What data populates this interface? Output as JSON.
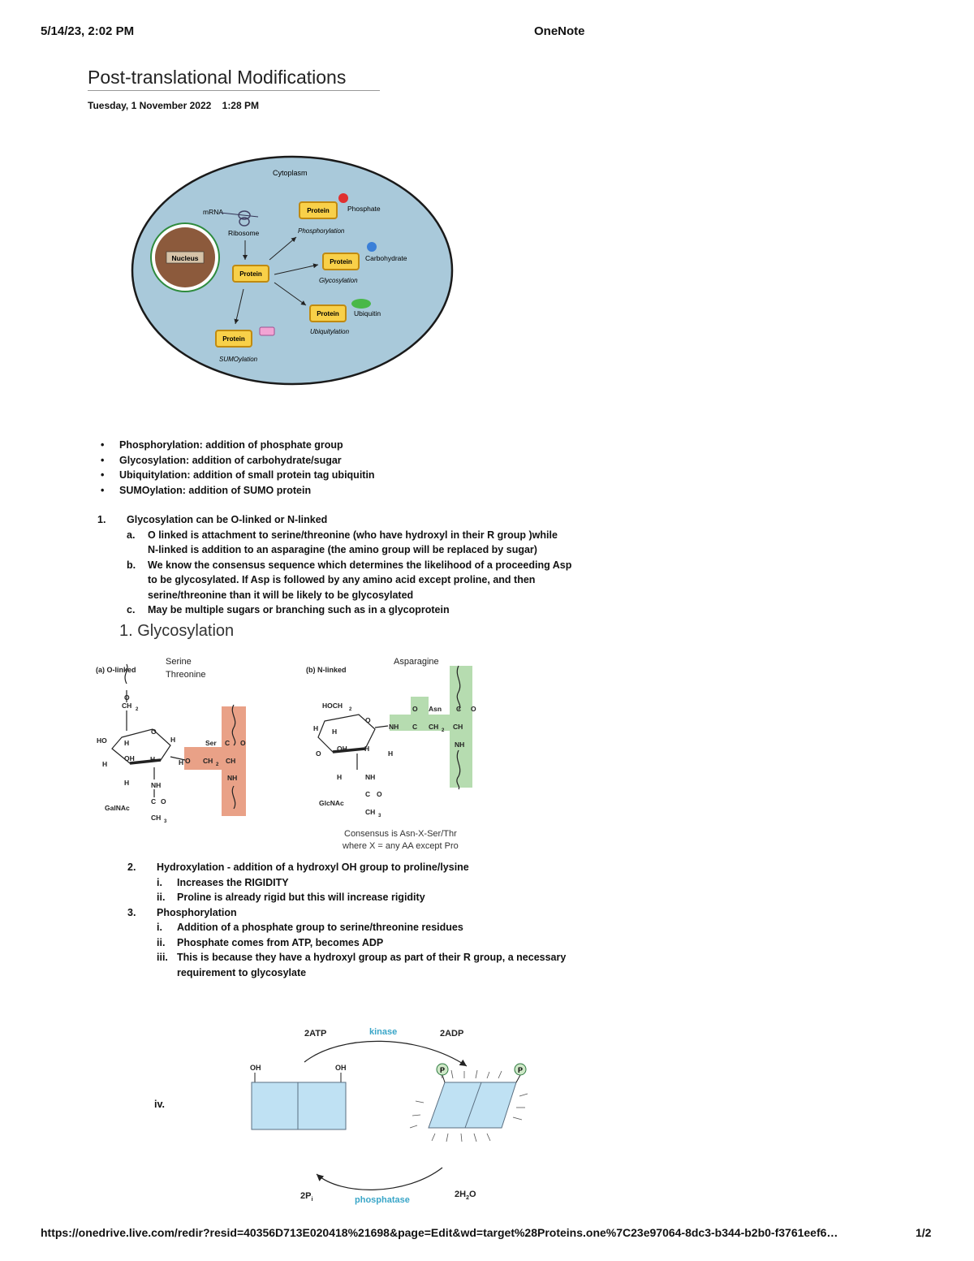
{
  "header": {
    "datetime": "5/14/23, 2:02 PM",
    "app": "OneNote"
  },
  "page": {
    "title": "Post-translational Modifications",
    "date": "Tuesday, 1 November 2022",
    "time": "1:28 PM"
  },
  "cell_figure": {
    "cytoplasm": "Cytoplasm",
    "mrna": "mRNA",
    "ribosome": "Ribosome",
    "nucleus": "Nucleus",
    "protein": "Protein",
    "phosphate": "Phosphate",
    "phosphorylation": "Phosphorylation",
    "carbohydrate": "Carbohydrate",
    "glycosylation": "Glycosylation",
    "ubiquitin": "Ubiquitin",
    "ubiquitylation": "Ubiquitylation",
    "sumoylation": "SUMOylation"
  },
  "bullets": [
    "Phosphorylation: addition of phosphate group",
    "Glycosylation: addition of carbohydrate/sugar",
    "Ubiquitylation: addition of small protein tag ubiquitin",
    "SUMOylation: addition of SUMO protein"
  ],
  "list1": {
    "num": "1.",
    "text": "Glycosylation can be O-linked or N-linked",
    "sub": [
      {
        "num": "a.",
        "lines": [
          "O linked is attachment to serine/threonine (who have hydroxyl in their R group )while",
          "N-linked is addition to an asparagine  (the amino group will be replaced by sugar)"
        ]
      },
      {
        "num": "b.",
        "lines": [
          "We know the consensus sequence which determines the likelihood of a proceeding Asp",
          "to be glycosylated. If Asp is followed by any amino acid except proline, and then",
          "serine/threonine than it will be likely to be glycosylated"
        ]
      },
      {
        "num": "c.",
        "lines": [
          "May be multiple sugars or branching such as in a glycoprotein"
        ]
      }
    ]
  },
  "section_heading": "1. Glycosylation",
  "glyco_figure": {
    "o_label": "(a) O-linked",
    "serine": "Serine",
    "threonine": "Threonine",
    "n_label": "(b) N-linked",
    "asparagine": "Asparagine",
    "galnac": "GalNAc",
    "glcnac": "GlcNAc",
    "ser": "Ser",
    "asn": "Asn",
    "consensus_line1": "Consensus is Asn-X-Ser/Thr",
    "consensus_line2": "where X = any AA except Pro"
  },
  "list2": [
    {
      "num": "2.",
      "text": "Hydroxylation - addition of a hydroxyl OH group to proline/lysine",
      "sub": [
        {
          "num": "i.",
          "text": "Increases the RIGIDITY"
        },
        {
          "num": "ii.",
          "text": "Proline is already rigid but this will increase rigidity"
        }
      ]
    },
    {
      "num": "3.",
      "text": "Phosphorylation",
      "sub": [
        {
          "num": "i.",
          "text": "Addition of a phosphate group to serine/threonine residues"
        },
        {
          "num": "ii.",
          "text": "Phosphate comes from ATP, becomes ADP"
        },
        {
          "num": "iii.",
          "text": "This is because they have a hydroxyl group as part of their R group, a necessary"
        },
        {
          "num": "",
          "text": "requirement to glycosylate"
        }
      ]
    }
  ],
  "kinase_figure": {
    "item_num": "iv.",
    "atp": "2ATP",
    "kinase": "kinase",
    "adp": "2ADP",
    "oh": "OH",
    "p": "P",
    "pi": "2P",
    "pi_sub": "i",
    "phosphatase": "phosphatase",
    "h2o_pre": "2H",
    "h2o_sub": "2",
    "h2o_post": "O",
    "colors": {
      "kinase": "#3aa6c8",
      "box": "#bfe1f3",
      "box_stroke": "#5a6e80"
    }
  },
  "footer": {
    "url": "https://onedrive.live.com/redir?resid=40356D713E020418%21698&page=Edit&wd=target%28Proteins.one%7C23e97064-8dc3-b344-b2b0-f3761eef6…",
    "page": "1/2"
  }
}
